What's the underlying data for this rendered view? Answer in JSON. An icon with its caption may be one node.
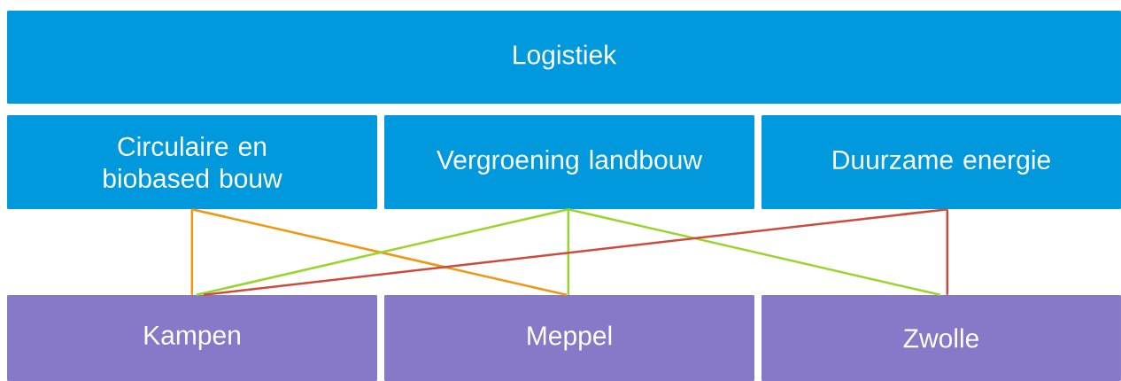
{
  "diagram": {
    "nodes": [
      {
        "text": [
          "Logistiek"
        ]
      },
      {
        "text": [
          "Circulaire en biobased bouw"
        ]
      },
      {
        "text": [
          "Vergroening landbouw"
        ]
      },
      {
        "text": [
          "Duurzame energie"
        ]
      },
      {
        "text": [
          "Kampen"
        ]
      },
      {
        "text": [
          "Meppel"
        ]
      },
      {
        "text": [
          "Zwolle"
        ]
      }
    ],
    "edges": [
      {
        "from": 1,
        "to": 4,
        "arrow": "none",
        "color": "#f0960f"
      },
      {
        "from": 1,
        "to": 5,
        "arrow": "none",
        "color": "#f0960f"
      },
      {
        "from": 2,
        "to": 4,
        "arrow": "none",
        "color": "#99d42a"
      },
      {
        "from": 2,
        "to": 5,
        "arrow": "none",
        "color": "#99d42a"
      },
      {
        "from": 2,
        "to": 6,
        "arrow": "none",
        "color": "#99d42a"
      },
      {
        "from": 3,
        "to": 4,
        "arrow": "none",
        "color": "#cc4b3a"
      },
      {
        "from": 3,
        "to": 6,
        "arrow": "none",
        "color": "#cc4b3a"
      }
    ]
  }
}
